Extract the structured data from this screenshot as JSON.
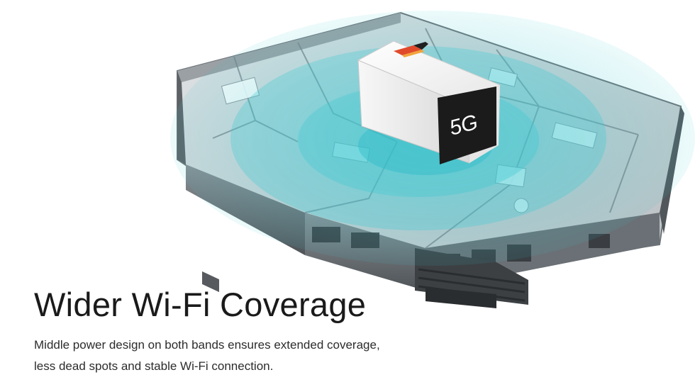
{
  "hero": {
    "title": "Wider Wi-Fi Coverage",
    "description_line_1": "Middle power design on both bands ensures extended coverage,",
    "description_line_2": "less dead spots and stable Wi-Fi connection."
  },
  "device": {
    "badge_text": "5G",
    "icon": "router-icon"
  },
  "illustration": {
    "icon": "house-floorplan-icon",
    "signal_icon": "wifi-coverage-icon"
  },
  "colors": {
    "coverage": "#3fc9d2",
    "headline": "#1a1a1a",
    "body_text": "#2c2c2c",
    "house_wall": "#6d7378",
    "device_body": "#f4f4f4",
    "device_face": "#1b1b1b"
  }
}
